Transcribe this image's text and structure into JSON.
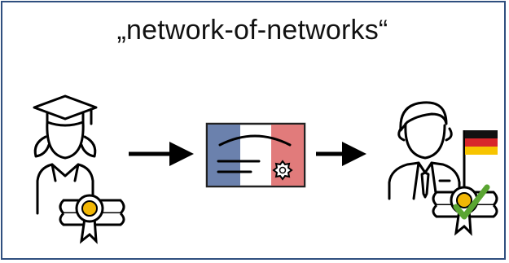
{
  "diagram": {
    "title": "„network-of-networks“",
    "nodes": [
      {
        "id": "graduate",
        "icon": "graduate-with-certificate-icon"
      },
      {
        "id": "french-credential",
        "icon": "french-flag-certificate-icon"
      },
      {
        "id": "german-employer",
        "icon": "businessman-with-german-flag-and-verified-certificate-icon"
      }
    ],
    "edges": [
      {
        "from": "graduate",
        "to": "french-credential"
      },
      {
        "from": "french-credential",
        "to": "german-employer"
      }
    ]
  },
  "colors": {
    "frame": "#2f4f7f",
    "flag_fr_blue": "#6b81ad",
    "flag_fr_red": "#e17b7b",
    "flag_de_black": "#111111",
    "flag_de_red": "#d8262b",
    "flag_de_gold": "#f7c400",
    "check_green": "#5aa532",
    "seal_gold": "#f2b705"
  }
}
